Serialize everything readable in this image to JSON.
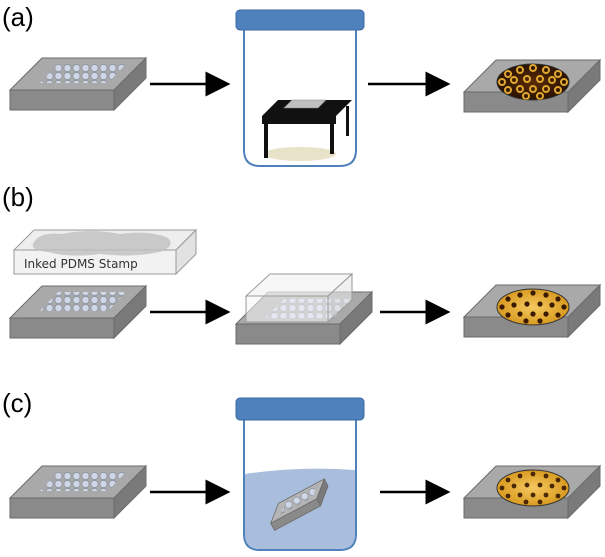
{
  "panels": {
    "a": {
      "label": "(a)"
    },
    "b": {
      "label": "(b)",
      "stamp_label": "Inked PDMS Stamp"
    },
    "c": {
      "label": "(c)"
    }
  },
  "colors": {
    "substrate_top": "#a9a9a9",
    "substrate_side": "#8a8a8a",
    "jar_lid": "#4f81bd",
    "jar_outline": "#4f81bd",
    "liquid": "#9ab3d6",
    "stand": "#111111",
    "dark_pattern": "#3a1a00",
    "gold_pattern": "#e0a82e",
    "arrow": "#000000"
  },
  "icons": [
    "arrow-right-icon",
    "jar-icon",
    "substrate-icon",
    "stamp-icon"
  ]
}
